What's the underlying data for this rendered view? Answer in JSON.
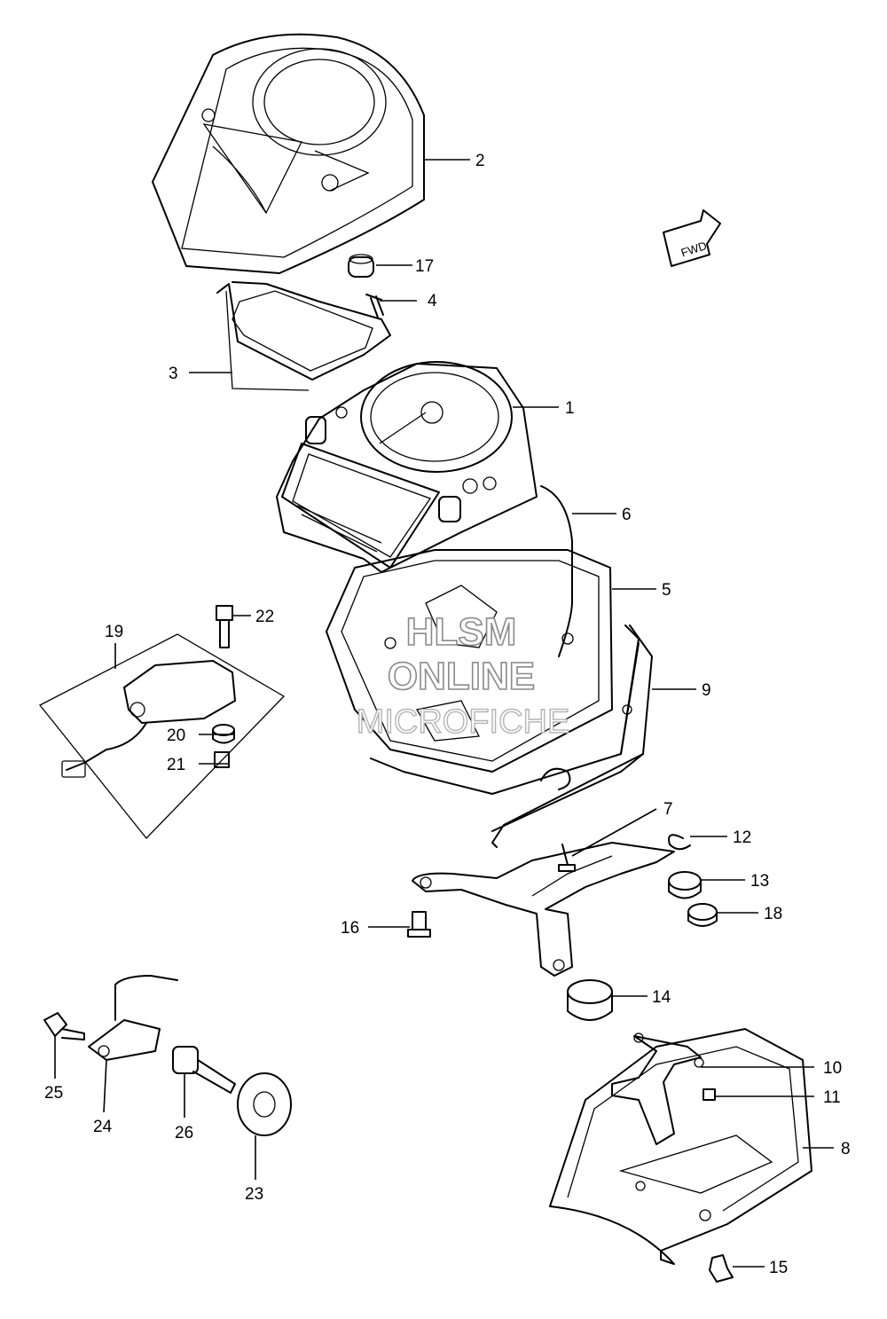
{
  "watermark": {
    "line1": "HLSM",
    "line2": "ONLINE",
    "line3": "MICROFICHE"
  },
  "direction_label": "FWD",
  "callouts": [
    {
      "id": "2",
      "label": "2"
    },
    {
      "id": "17",
      "label": "17"
    },
    {
      "id": "4",
      "label": "4"
    },
    {
      "id": "3",
      "label": "3"
    },
    {
      "id": "1",
      "label": "1"
    },
    {
      "id": "6",
      "label": "6"
    },
    {
      "id": "5",
      "label": "5"
    },
    {
      "id": "9",
      "label": "9"
    },
    {
      "id": "22",
      "label": "22"
    },
    {
      "id": "19",
      "label": "19"
    },
    {
      "id": "20",
      "label": "20"
    },
    {
      "id": "21",
      "label": "21"
    },
    {
      "id": "7",
      "label": "7"
    },
    {
      "id": "12",
      "label": "12"
    },
    {
      "id": "13",
      "label": "13"
    },
    {
      "id": "18",
      "label": "18"
    },
    {
      "id": "16",
      "label": "16"
    },
    {
      "id": "14",
      "label": "14"
    },
    {
      "id": "10",
      "label": "10"
    },
    {
      "id": "11",
      "label": "11"
    },
    {
      "id": "8",
      "label": "8"
    },
    {
      "id": "15",
      "label": "15"
    },
    {
      "id": "25",
      "label": "25"
    },
    {
      "id": "24",
      "label": "24"
    },
    {
      "id": "26",
      "label": "26"
    },
    {
      "id": "23",
      "label": "23"
    }
  ]
}
